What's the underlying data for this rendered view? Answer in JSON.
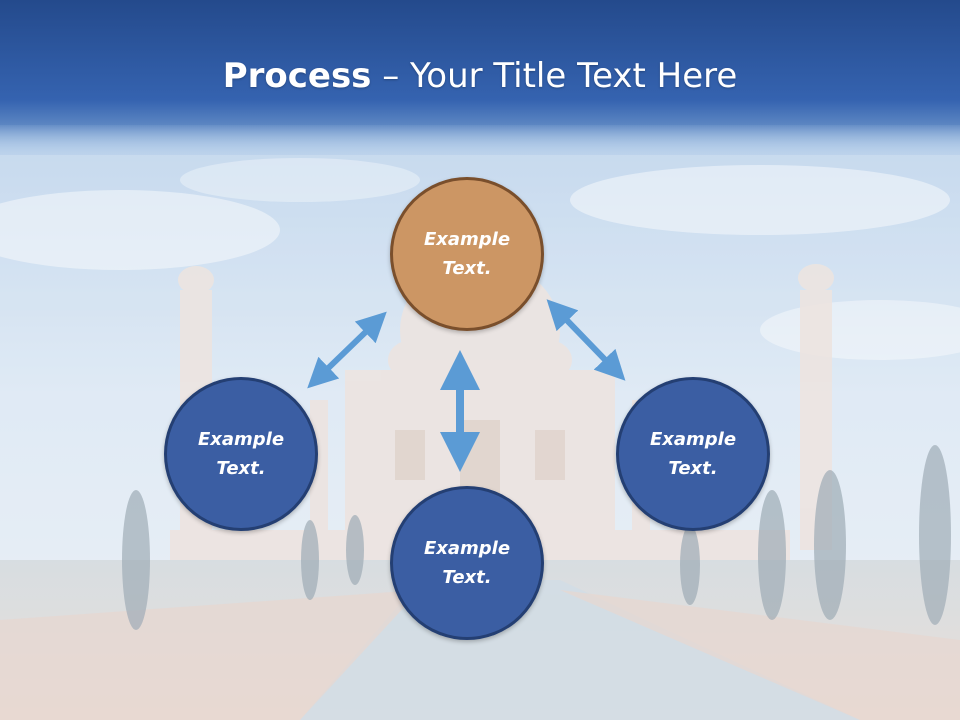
{
  "slide": {
    "title_bold": "Process",
    "title_rest": " – Your Title Text Here"
  },
  "nodes": [
    {
      "id": "top",
      "label": "Example Text.",
      "color": "#cc9664"
    },
    {
      "id": "left",
      "label": "Example Text.",
      "color": "#3b5ea3"
    },
    {
      "id": "right",
      "label": "Example Text.",
      "color": "#3b5ea3"
    },
    {
      "id": "bottom",
      "label": "Example Text.",
      "color": "#3b5ea3"
    }
  ],
  "colors": {
    "header": "#2f5aa3",
    "arrow": "#5b9bd5",
    "circle_border": "#243f73"
  },
  "icons": [
    "double-arrow-icon"
  ]
}
